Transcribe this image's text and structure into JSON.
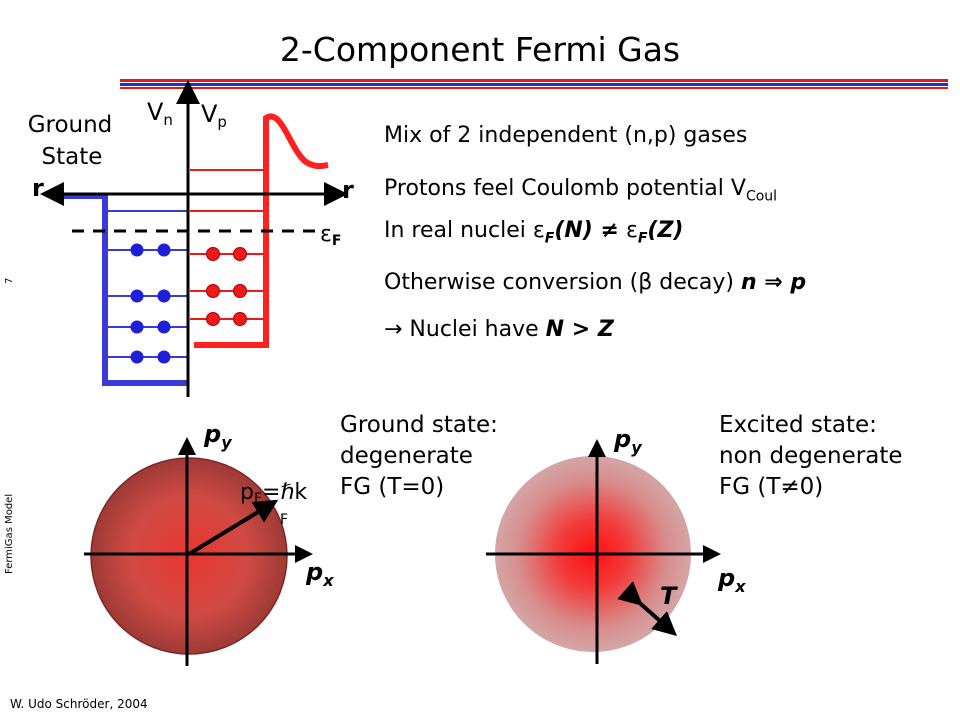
{
  "title": "2-Component Fermi Gas",
  "side_labels": {
    "page_number": "7",
    "topic": "FermiGas Model"
  },
  "footer": "W. Udo Schröder, 2004",
  "potential_diagram": {
    "ground_state_line1": "Ground",
    "ground_state_line2": "State",
    "vn_base": "V",
    "vn_sub": "n",
    "vp_base": "V",
    "vp_sub": "p",
    "r_left": "r",
    "r_right": "r",
    "fermi_symbol": "ε",
    "fermi_sub": "F"
  },
  "bullets": {
    "b1": "Mix of 2 independent (n,p) gases",
    "b2_text": "Protons feel Coulomb potential V",
    "b2_sub": "Coul",
    "b3_text": "In real nuclei ",
    "b3_eps1": "ε",
    "b3_sub1": "F",
    "b3_mid": "(N) ",
    "b3_rel": "≠",
    "b3_eps2": " ε",
    "b3_sub2": "F",
    "b3_end": "(Z)",
    "b4_text": "Otherwise conversion (",
    "b4_beta": "β",
    "b4_mid": " decay) ",
    "b4_n": "n",
    "b4_arrow": " ⇒ ",
    "b4_p": "p",
    "b5_arrow": "→",
    "b5_text": " Nuclei have ",
    "b5_bold": "N > Z"
  },
  "ground_caption": {
    "line1": "Ground state:",
    "line2": "degenerate",
    "line3": "FG (T=0)"
  },
  "excited_caption": {
    "line1": "Excited state:",
    "line2": "non degenerate",
    "line3": "FG (T≠0)"
  },
  "momentum_left": {
    "py_base": "p",
    "py_sub": "y",
    "px_base": "p",
    "px_sub": "x",
    "pf_text": "p",
    "pf_sub1": "F",
    "pf_eq": "=ℏk",
    "pf_sub2": "F"
  },
  "momentum_right": {
    "py_base": "p",
    "py_sub": "y",
    "px_base": "p",
    "px_sub": "x",
    "t_label": "T"
  },
  "colors": {
    "rule_red": "#e11a1a",
    "rule_blue": "#2a2ad0",
    "neutron_well": "#3a3ad6",
    "proton_well": "#ff2020",
    "neutron_dot": "#1f1fd8",
    "proton_dot": "#ee1a1a"
  }
}
